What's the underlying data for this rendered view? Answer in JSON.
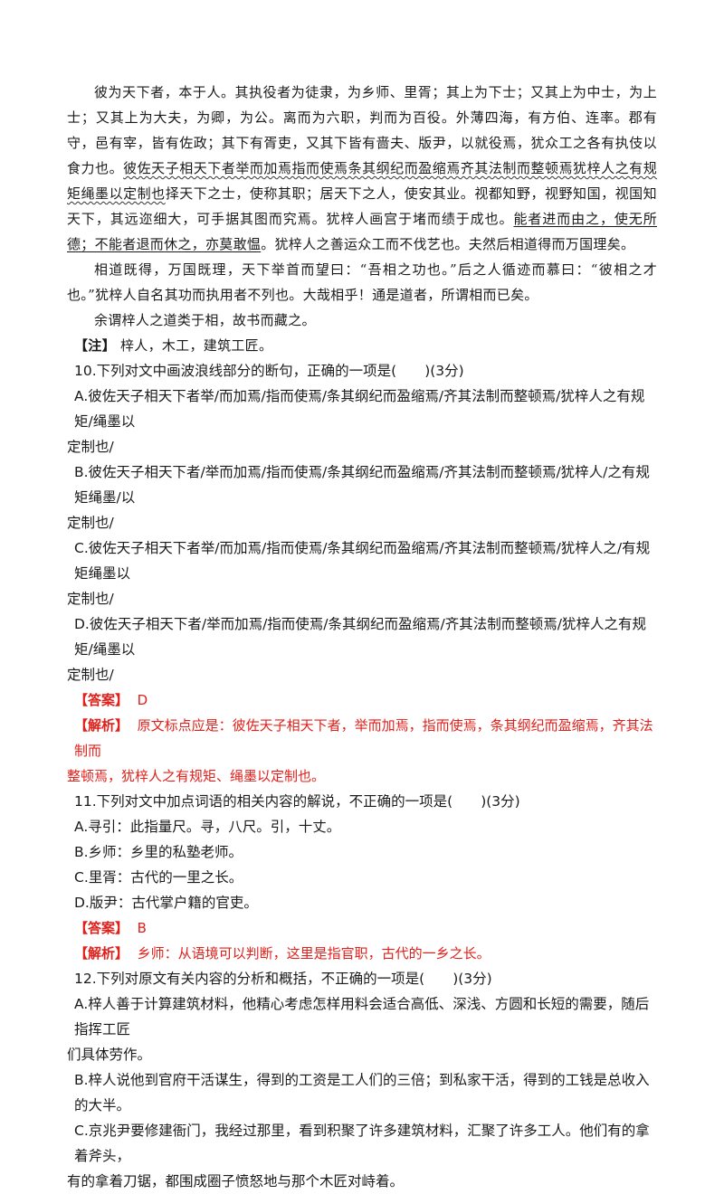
{
  "passage": {
    "p1_part1": "彼为天下者，本于人。其执役者为徒隶，为",
    "p1_u1": "乡师",
    "p1_part2": "、",
    "p1_u2": "里胥",
    "p1_part3": "；其上为下士；又其上为中士，为上士；又其上为大夫，为卿，为公。离而为六职，判而为百役。外薄四海，有方伯、连率。郡有守，邑有宰，皆有佐政；其下有胥吏，又其下皆有啬夫、",
    "p1_u3": "版尹",
    "p1_part4": "，以就役焉，犹众工之各有执伎以食力也。",
    "p1_wavy": "彼佐天子相天下者举而加焉指而使焉条其纲纪而盈缩焉齐其法制而整顿焉犹梓人之有规矩绳墨以定制也",
    "p1_part5": "择天下之士，使称其职；居天下之人，使安其业。视都知野，视野知国，视国知天下，其远迩细大，可手据其图而究焉。犹梓人画宫于堵而绩于成也。",
    "p1_u4": "能者进而由之，使无所德；不能者退而休之，亦莫敢愠",
    "p1_part6": "。犹梓人之善运众工而不伐艺也。夫然后相道得而万国理矣。",
    "p2": "相道既得，万国既理，天下举首而望曰：“吾相之功也。”后之人循迹而慕曰：“彼相之才也。”犹梓人自名其功而执用者不列也。大哉相乎！通是道者，所谓相而已矣。",
    "p3": "余谓梓人之道类于相，故书而藏之。",
    "note_tag": "【注】",
    "note_text": "梓人，木工，建筑工匠。"
  },
  "q10": {
    "stem": "10.下列对文中画波浪线部分的断句，正确的一项是(　　)(3分)",
    "a1": "A.彼佐天子相天下者举/而加焉/指而使焉/条其纲纪而盈缩焉/齐其法制而整顿焉/犹梓人之有规矩/绳墨以",
    "a2": "定制也/",
    "b1": "B.彼佐天子相天下者/举而加焉/指而使焉/条其纲纪而盈缩焉/齐其法制而整顿焉/犹梓人/之有规矩绳墨/以",
    "b2": "定制也/",
    "c1": "C.彼佐天子相天下者举/而加焉/指而使焉/条其纲纪而盈缩焉/齐其法制而整顿焉/犹梓人之/有规矩绳墨以",
    "c2": "定制也/",
    "d1": "D.彼佐天子相天下者/举而加焉/指而使焉/条其纲纪而盈缩焉/齐其法制而整顿焉/犹梓人之有规矩/绳墨以",
    "d2": "定制也/",
    "answer_tag": "【答案】",
    "answer": "D",
    "analysis_tag": "【解析】",
    "analysis1": "原文标点应是：彼佐天子相天下者，举而加焉，指而使焉，条其纲纪而盈缩焉，齐其法制而",
    "analysis2": "整顿焉，犹梓人之有规矩、绳墨以定制也。"
  },
  "q11": {
    "stem": "11.下列对文中加点词语的相关内容的解说，不正确的一项是(　　)(3分)",
    "a": "A.寻引：此指量尺。寻，八尺。引，十丈。",
    "b": "B.乡师：乡里的私塾老师。",
    "c": "C.里胥：古代的一里之长。",
    "d": "D.版尹：古代掌户籍的官吏。",
    "answer_tag": "【答案】",
    "answer": "B",
    "analysis_tag": "【解析】",
    "analysis": "乡师：从语境可以判断，这里是指官职，古代的一乡之长。"
  },
  "q12": {
    "stem": "12.下列对原文有关内容的分析和概括，不正确的一项是(　　)(3分)",
    "a1": "A.梓人善于计算建筑材料，他精心考虑怎样用料会适合高低、深浅、方圆和长短的需要，随后指挥工匠",
    "a2": "们具体劳作。",
    "b": "B.梓人说他到官府干活谋生，得到的工资是工人们的三倍；到私家干活，得到的工钱是总收入的大半。",
    "c1": "C.京兆尹要修建衙门，我经过那里，看到积聚了许多建筑材料，汇聚了许多工人。他们有的拿着斧头，",
    "c2": "有的拿着刀锯，都围成圈子愤怒地与那个木匠对峙着。"
  }
}
